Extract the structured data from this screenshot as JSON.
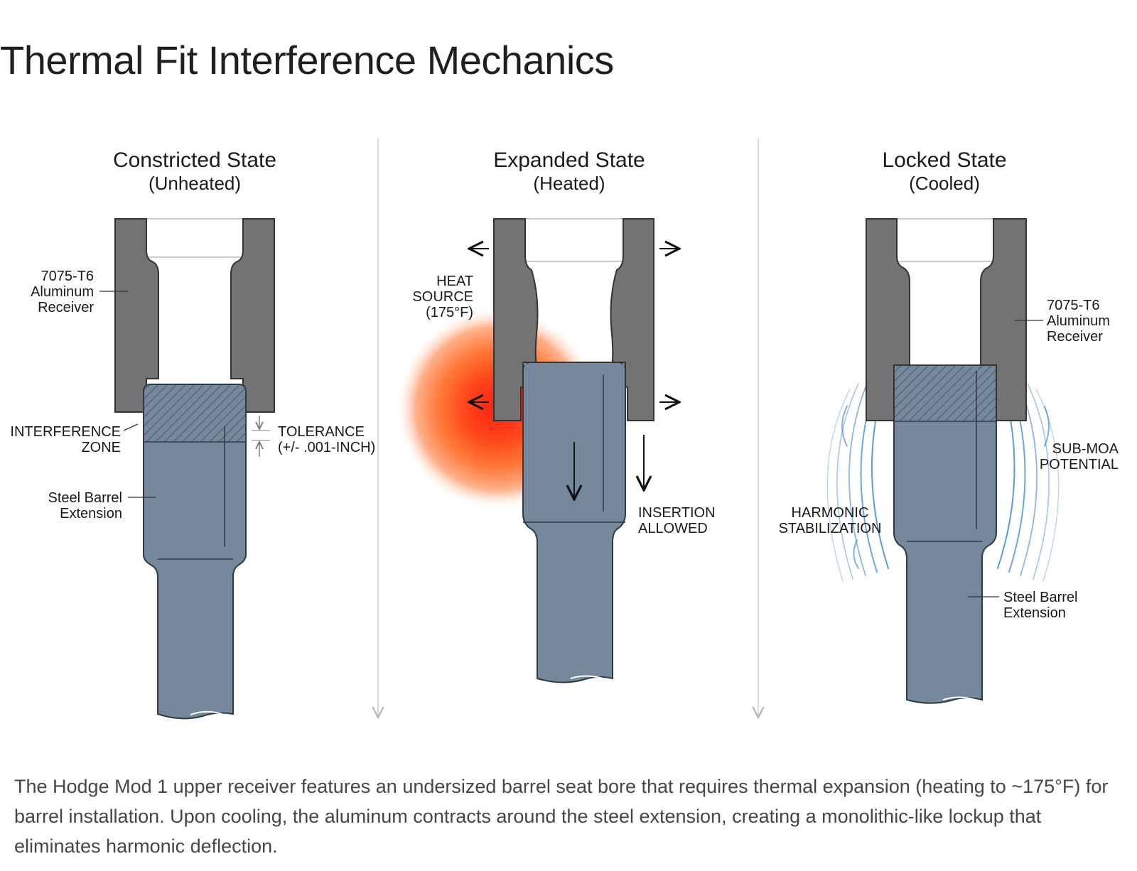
{
  "title": "Thermal Fit Interference Mechanics",
  "panels": [
    {
      "title": "Constricted State",
      "subtitle": "(Unheated)",
      "labels": {
        "receiver": [
          "7075-T6",
          "Aluminum",
          "Receiver"
        ],
        "interference": [
          "INTERFERENCE",
          "ZONE"
        ],
        "tolerance": [
          "TOLERANCE",
          "(+/- .001-INCH)"
        ],
        "barrel": [
          "Steel Barrel",
          "Extension"
        ]
      }
    },
    {
      "title": "Expanded State",
      "subtitle": "(Heated)",
      "labels": {
        "heat": [
          "HEAT",
          "SOURCE",
          "(175°F)"
        ],
        "insertion": [
          "INSERTION",
          "ALLOWED"
        ]
      }
    },
    {
      "title": "Locked State",
      "subtitle": "(Cooled)",
      "labels": {
        "receiver": [
          "7075-T6",
          "Aluminum",
          "Receiver"
        ],
        "submoa": [
          "SUB-MOA",
          "POTENTIAL"
        ],
        "harmonic": [
          "HARMONIC",
          "STABILIZATION"
        ],
        "barrel": [
          "Steel Barrel",
          "Extension"
        ]
      }
    }
  ],
  "caption": "The Hodge Mod 1 upper receiver features an undersized barrel seat bore that requires thermal expansion (heating to ~175°F) for barrel installation. Upon cooling, the aluminum contracts around the steel extension, creating a monolithic-like lockup that eliminates harmonic deflection.",
  "colors": {
    "aluminum": "#737373",
    "steel": "#76889b",
    "heat_core": "#ff2a1a",
    "heat_outer": "#ffb58a",
    "vibration": "#4a8fd4",
    "divider": "#c8c8c8"
  }
}
